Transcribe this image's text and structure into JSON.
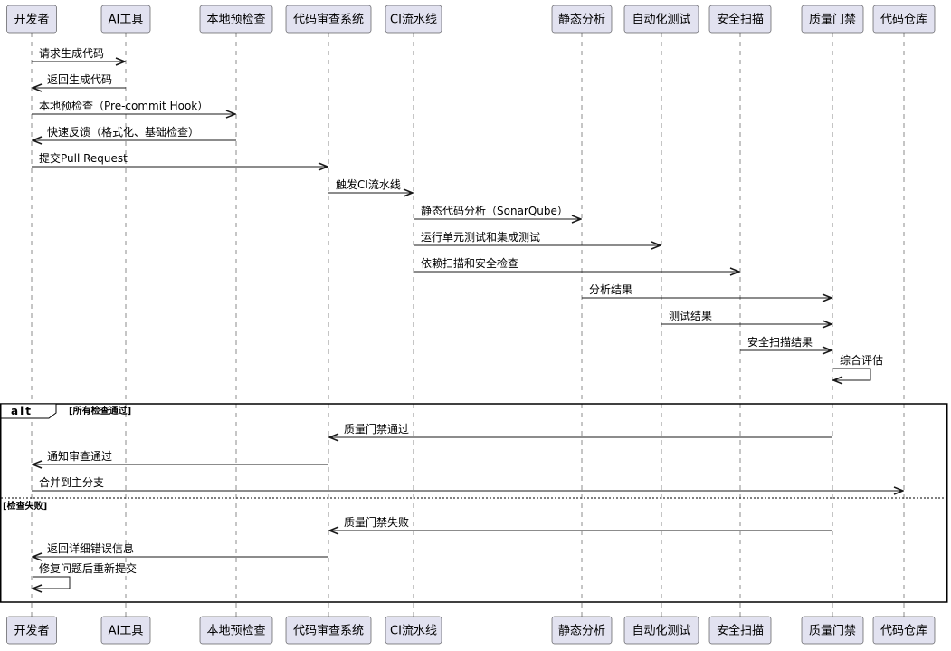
{
  "participants": [
    {
      "id": "dev",
      "label": "开发者"
    },
    {
      "id": "ai",
      "label": "AI工具"
    },
    {
      "id": "local",
      "label": "本地预检查"
    },
    {
      "id": "review",
      "label": "代码审查系统"
    },
    {
      "id": "ci",
      "label": "CI流水线"
    },
    {
      "id": "static",
      "label": "静态分析"
    },
    {
      "id": "test",
      "label": "自动化测试"
    },
    {
      "id": "security",
      "label": "安全扫描"
    },
    {
      "id": "gate",
      "label": "质量门禁"
    },
    {
      "id": "repo",
      "label": "代码仓库"
    }
  ],
  "messages": [
    {
      "from": "dev",
      "to": "ai",
      "label": "请求生成代码",
      "style": "solid"
    },
    {
      "from": "ai",
      "to": "dev",
      "label": "返回生成代码",
      "style": "solid"
    },
    {
      "from": "dev",
      "to": "local",
      "label": "本地预检查（Pre-commit Hook）",
      "style": "solid"
    },
    {
      "from": "local",
      "to": "dev",
      "label": "快速反馈（格式化、基础检查）",
      "style": "solid"
    },
    {
      "from": "dev",
      "to": "review",
      "label": "提交Pull Request",
      "style": "solid"
    },
    {
      "from": "review",
      "to": "ci",
      "label": "触发CI流水线",
      "style": "solid"
    },
    {
      "from": "ci",
      "to": "static",
      "label": "静态代码分析（SonarQube）",
      "style": "solid"
    },
    {
      "from": "ci",
      "to": "test",
      "label": "运行单元测试和集成测试",
      "style": "solid"
    },
    {
      "from": "ci",
      "to": "security",
      "label": "依赖扫描和安全检查",
      "style": "solid"
    },
    {
      "from": "static",
      "to": "gate",
      "label": "分析结果",
      "style": "solid"
    },
    {
      "from": "test",
      "to": "gate",
      "label": "测试结果",
      "style": "solid"
    },
    {
      "from": "security",
      "to": "gate",
      "label": "安全扫描结果",
      "style": "solid"
    },
    {
      "from": "gate",
      "to": "gate",
      "label": "综合评估",
      "style": "self"
    }
  ],
  "alt_frame": {
    "keyword": "alt",
    "sections": [
      {
        "guard": "[所有检查通过]",
        "messages": [
          {
            "from": "gate",
            "to": "review",
            "label": "质量门禁通过",
            "style": "solid"
          },
          {
            "from": "review",
            "to": "dev",
            "label": "通知审查通过",
            "style": "solid"
          },
          {
            "from": "dev",
            "to": "repo",
            "label": "合并到主分支",
            "style": "solid"
          }
        ]
      },
      {
        "guard": "[检查失败]",
        "messages": [
          {
            "from": "gate",
            "to": "review",
            "label": "质量门禁失败",
            "style": "solid"
          },
          {
            "from": "review",
            "to": "dev",
            "label": "返回详细错误信息",
            "style": "solid"
          },
          {
            "from": "dev",
            "to": "dev",
            "label": "修复问题后重新提交",
            "style": "self"
          }
        ]
      }
    ]
  }
}
